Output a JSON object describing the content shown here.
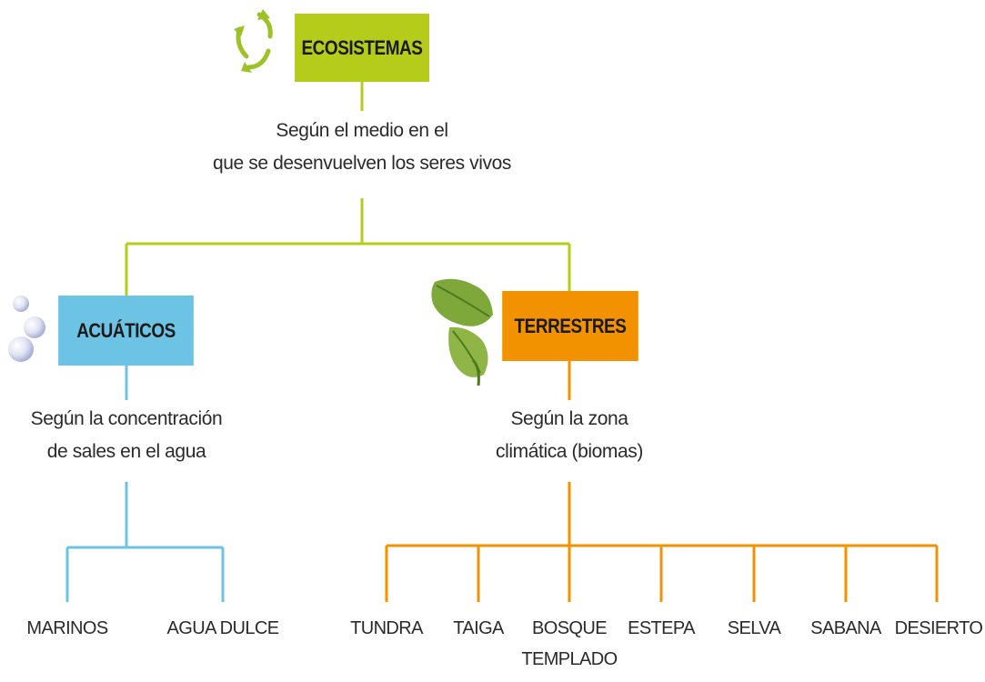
{
  "root": {
    "label": "ECOSISTEMAS",
    "criterion_line1": "Según el medio en el",
    "criterion_line2": "que se desenvuelven los seres vivos",
    "icon": "recycle-arrows-icon"
  },
  "aquatic": {
    "label": "ACUÁTICOS",
    "criterion_line1": "Según la concentración",
    "criterion_line2": "de sales en el agua",
    "icon": "bubbles-icon",
    "children": [
      "MARINOS",
      "AGUA DULCE"
    ]
  },
  "terrestrial": {
    "label": "TERRESTRES",
    "criterion_line1": "Según la zona",
    "criterion_line2": "climática (biomas)",
    "icon": "oak-leaves-icon",
    "children": [
      "TUNDRA",
      "TAIGA",
      "BOSQUE",
      "TEMPLADO",
      "ESTEPA",
      "SELVA",
      "SABANA",
      "DESIERTO"
    ]
  },
  "colors": {
    "green": "#b5cc1a",
    "blue": "#6cc3e3",
    "orange": "#f39200"
  }
}
